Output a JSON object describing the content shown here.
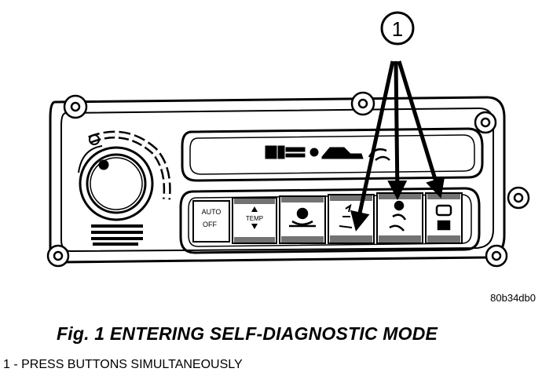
{
  "diagram": {
    "callout": "1",
    "buttons": [
      {
        "name": "auto-off-button",
        "top_label": "AUTO",
        "bottom_label": "OFF"
      },
      {
        "name": "temp-button",
        "label": "TEMP"
      },
      {
        "name": "fan-button"
      },
      {
        "name": "mode-panel-floor-button"
      },
      {
        "name": "mode-floor-defrost-button"
      },
      {
        "name": "rear-defrost-button"
      }
    ]
  },
  "code_id": "80b34db0",
  "caption": {
    "title": "Fig. 1 ENTERING SELF-DIAGNOSTIC MODE",
    "legend": "1 - PRESS BUTTONS SIMULTANEOUSLY"
  }
}
